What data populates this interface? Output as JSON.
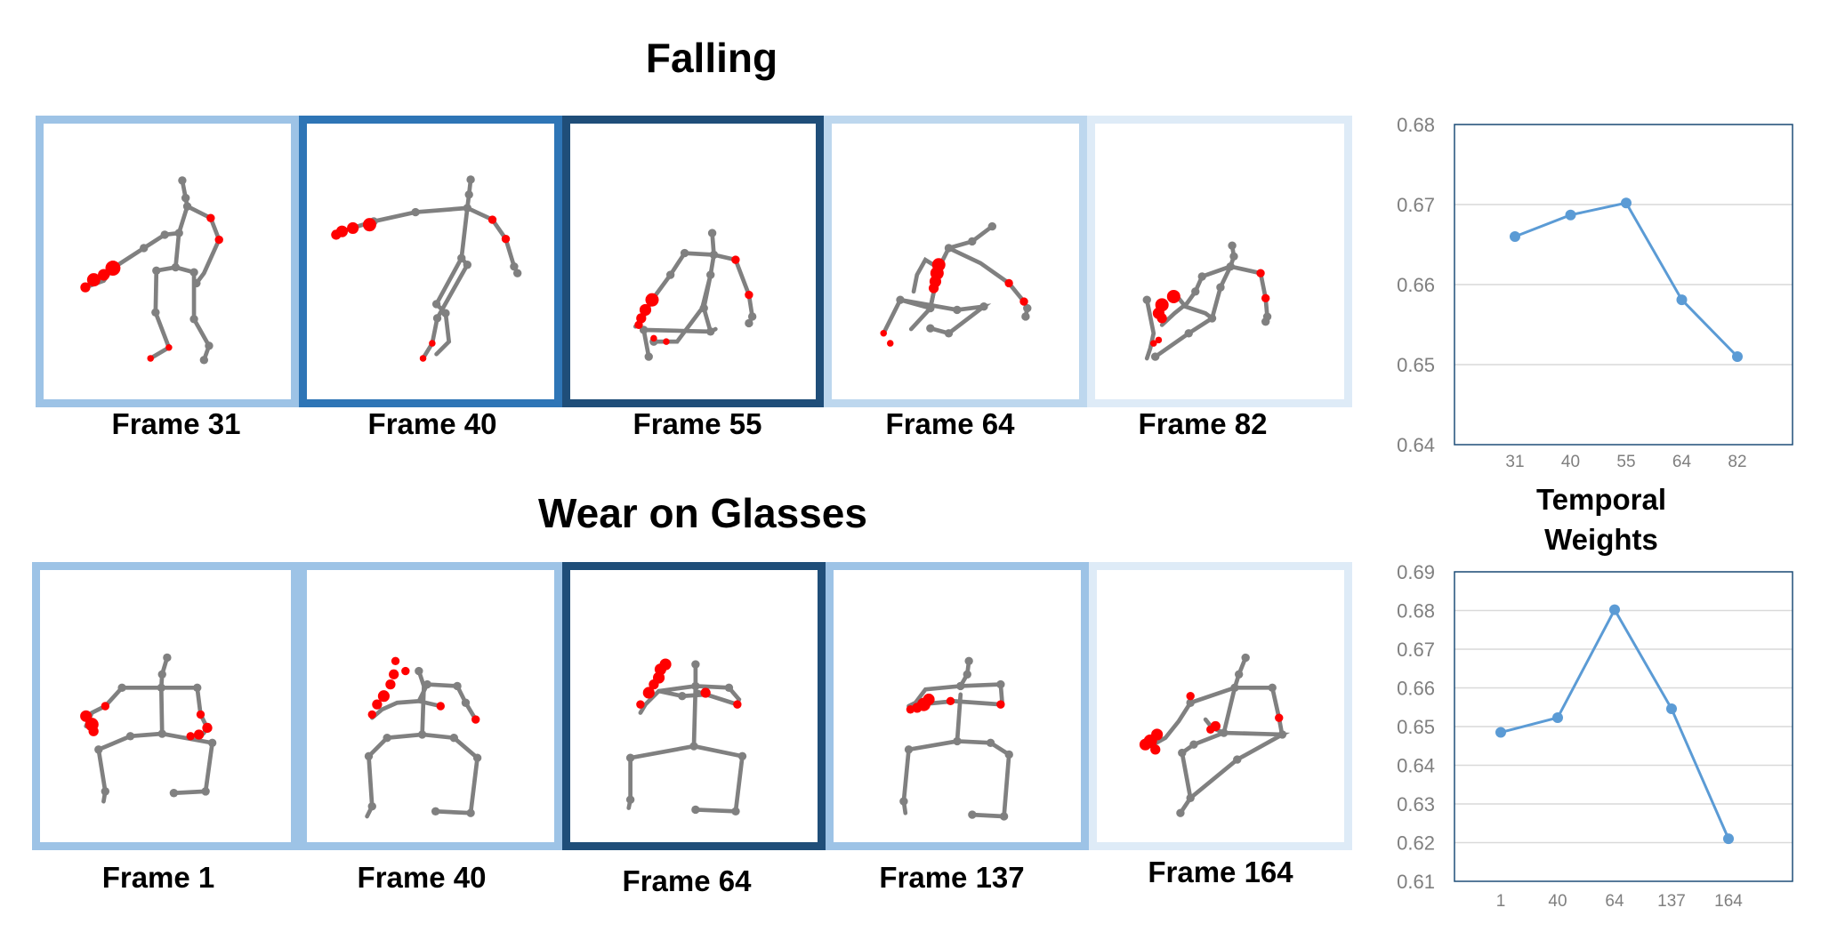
{
  "rows": [
    {
      "title": "Falling",
      "frames": [
        {
          "label": "Frame 31",
          "border_color": "#9dc3e6"
        },
        {
          "label": "Frame 40",
          "border_color": "#2e75b6"
        },
        {
          "label": "Frame 55",
          "border_color": "#1f4e79"
        },
        {
          "label": "Frame 64",
          "border_color": "#bdd7ee"
        },
        {
          "label": "Frame 82",
          "border_color": "#deebf7"
        }
      ]
    },
    {
      "title": "Wear on Glasses",
      "frames": [
        {
          "label": "Frame 1",
          "border_color": "#9dc3e6"
        },
        {
          "label": "Frame 40",
          "border_color": "#9dc3e6"
        },
        {
          "label": "Frame 64",
          "border_color": "#1f4e79"
        },
        {
          "label": "Frame 137",
          "border_color": "#9dc3e6"
        },
        {
          "label": "Frame 164",
          "border_color": "#deebf7"
        }
      ]
    }
  ],
  "caption": {
    "line1": "Temporal",
    "line2": "Weights"
  },
  "colors": {
    "skeleton": "#808080",
    "joint_highlight": "#ff0000",
    "line_series": "#5b9bd5",
    "axis": "#1f4e79",
    "grid": "#d9d9d9"
  },
  "chart_data": [
    {
      "type": "line",
      "categories": [
        "31",
        "40",
        "55",
        "64",
        "82"
      ],
      "values": [
        0.666,
        0.6687,
        0.6702,
        0.6581,
        0.651
      ],
      "ylim": [
        0.64,
        0.68
      ],
      "yticks": [
        "0.64",
        "0.65",
        "0.66",
        "0.67",
        "0.68"
      ],
      "grid": true
    },
    {
      "type": "line",
      "categories": [
        "1",
        "40",
        "64",
        "137",
        "164"
      ],
      "values": [
        0.6485,
        0.6523,
        0.6802,
        0.6546,
        0.621
      ],
      "ylim": [
        0.61,
        0.69
      ],
      "yticks": [
        "0.61",
        "0.62",
        "0.63",
        "0.64",
        "0.65",
        "0.66",
        "0.67",
        "0.68",
        "0.69"
      ],
      "grid": true
    }
  ]
}
